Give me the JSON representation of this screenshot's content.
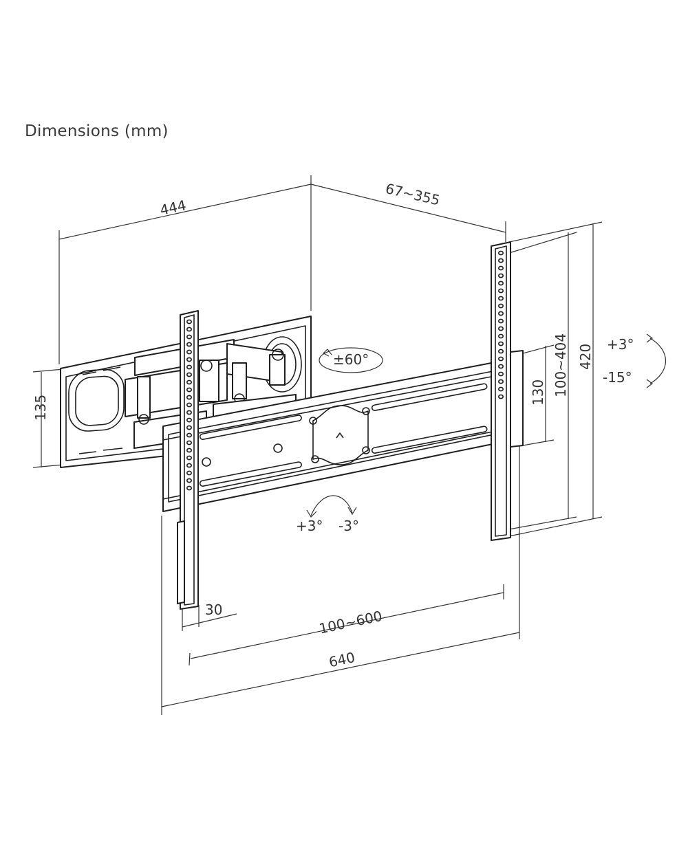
{
  "title": "Dimensions (mm)",
  "dimensions": {
    "depth_label": "444",
    "extension_label": "67~355",
    "arm_plate_height_label": "135",
    "swivel_label": "±60°",
    "tilt_up_label": "+3°",
    "tilt_down_label": "-15°",
    "overall_height_label": "420",
    "vesa_vertical_label": "100~404",
    "rail_height_label": "130",
    "rotate_left_label": "+3°",
    "rotate_right_label": "-3°",
    "bracket_width_label": "30",
    "vesa_horizontal_label": "100~600",
    "overall_width_label": "640"
  }
}
